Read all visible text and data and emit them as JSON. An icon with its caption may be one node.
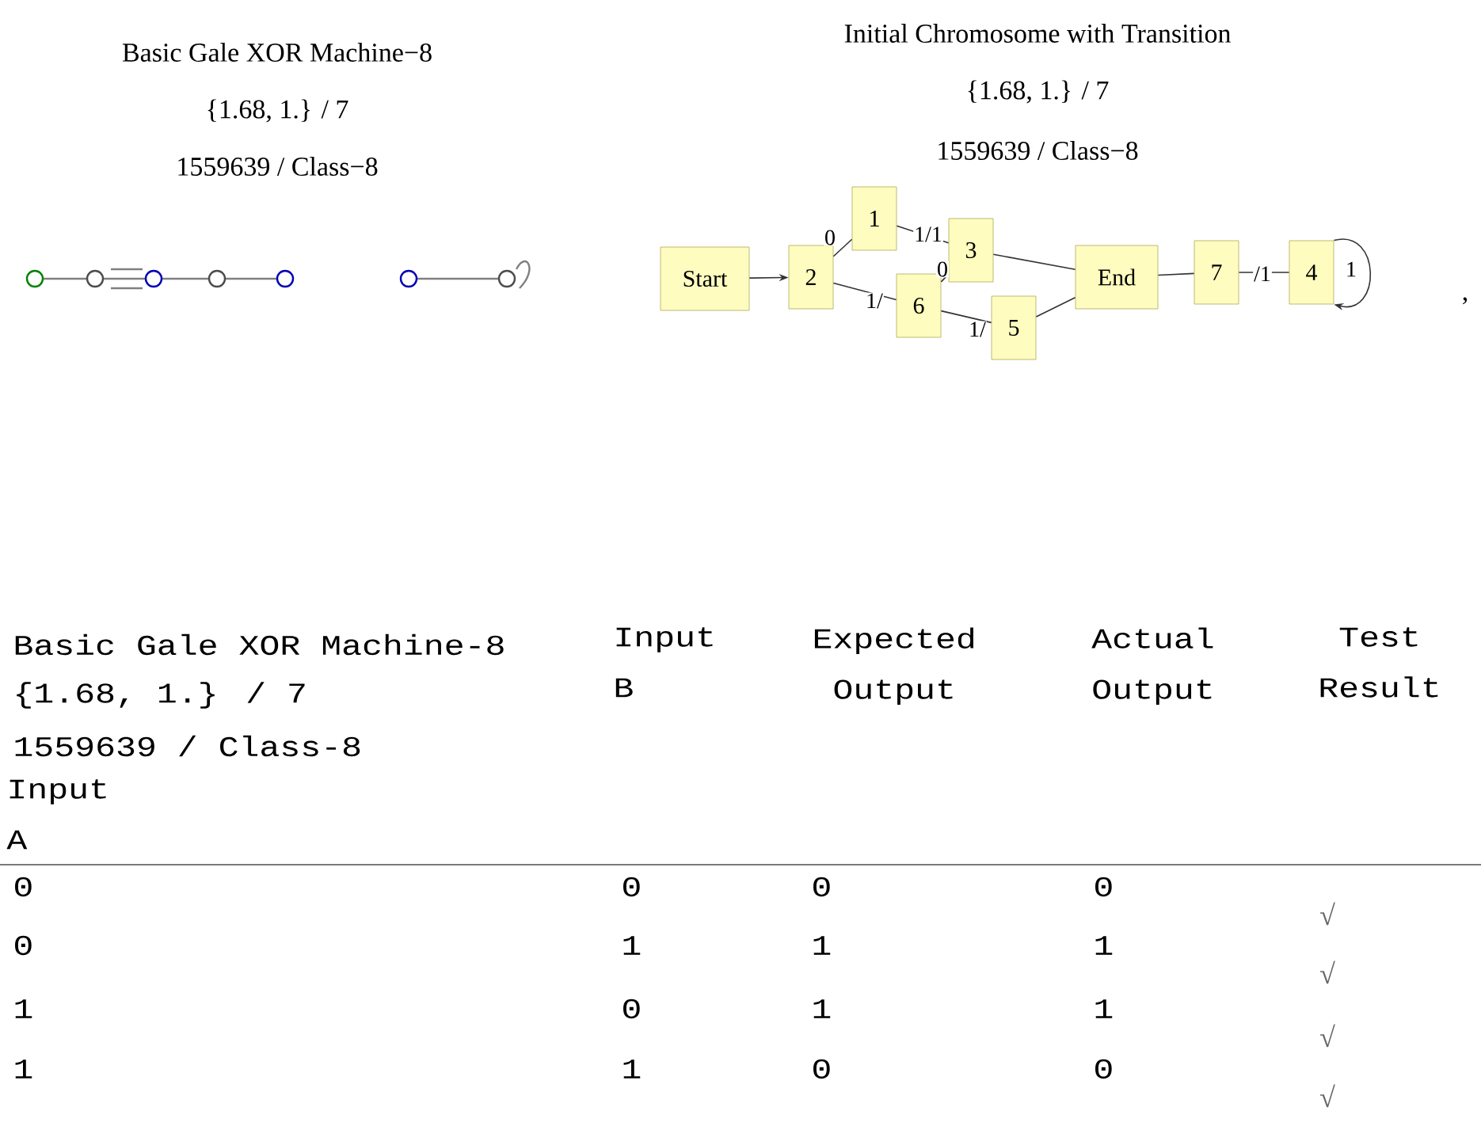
{
  "diagram": {
    "nodes": [
      {
        "text": [
          "Start"
        ]
      },
      {
        "text": [
          "2"
        ]
      },
      {
        "text": [
          "1"
        ]
      },
      {
        "text": [
          "6"
        ]
      },
      {
        "text": [
          "3"
        ]
      },
      {
        "text": [
          "5"
        ]
      },
      {
        "text": [
          "End"
        ]
      },
      {
        "text": [
          "7"
        ]
      },
      {
        "text": [
          "4"
        ]
      }
    ],
    "edges": [
      {
        "from": 0,
        "to": 1,
        "arrow": "to"
      },
      {
        "from": 1,
        "to": 2,
        "arrow": "none",
        "label": "0"
      },
      {
        "from": 1,
        "to": 3,
        "arrow": "none",
        "label": "1/"
      },
      {
        "from": 2,
        "to": 4,
        "arrow": "none",
        "label": "1/1"
      },
      {
        "from": 3,
        "to": 4,
        "arrow": "none",
        "label": "0"
      },
      {
        "from": 3,
        "to": 5,
        "arrow": "none",
        "label": "1/"
      },
      {
        "from": 4,
        "to": 6,
        "arrow": "none"
      },
      {
        "from": 5,
        "to": 6,
        "arrow": "none"
      },
      {
        "from": 6,
        "to": 7,
        "arrow": "none"
      },
      {
        "from": 7,
        "to": 8,
        "arrow": "none",
        "label": "/1"
      },
      {
        "from": 8,
        "to": 8,
        "arrow": "to",
        "label": "1"
      }
    ],
    "labels": [
      "Basic Gale XOR Machine−8",
      "{1.68, 1.} / 7",
      "1559639 / Class−8",
      "Initial Chromosome with Transition",
      "{1.68, 1.} / 7",
      "1559639 / Class−8",
      ",",
      "Basic Gale XOR Machine-8",
      "Input B",
      "Expected Output",
      "Actual Output",
      "Test Result",
      "{1.68, 1.} / 7",
      "1559639 / Class-8",
      "Input A",
      "0",
      "0",
      "0",
      "0",
      "√",
      "0",
      "1",
      "1",
      "1",
      "√",
      "1",
      "0",
      "1",
      "1",
      "√",
      "1",
      "1",
      "0",
      "0",
      "√"
    ]
  }
}
